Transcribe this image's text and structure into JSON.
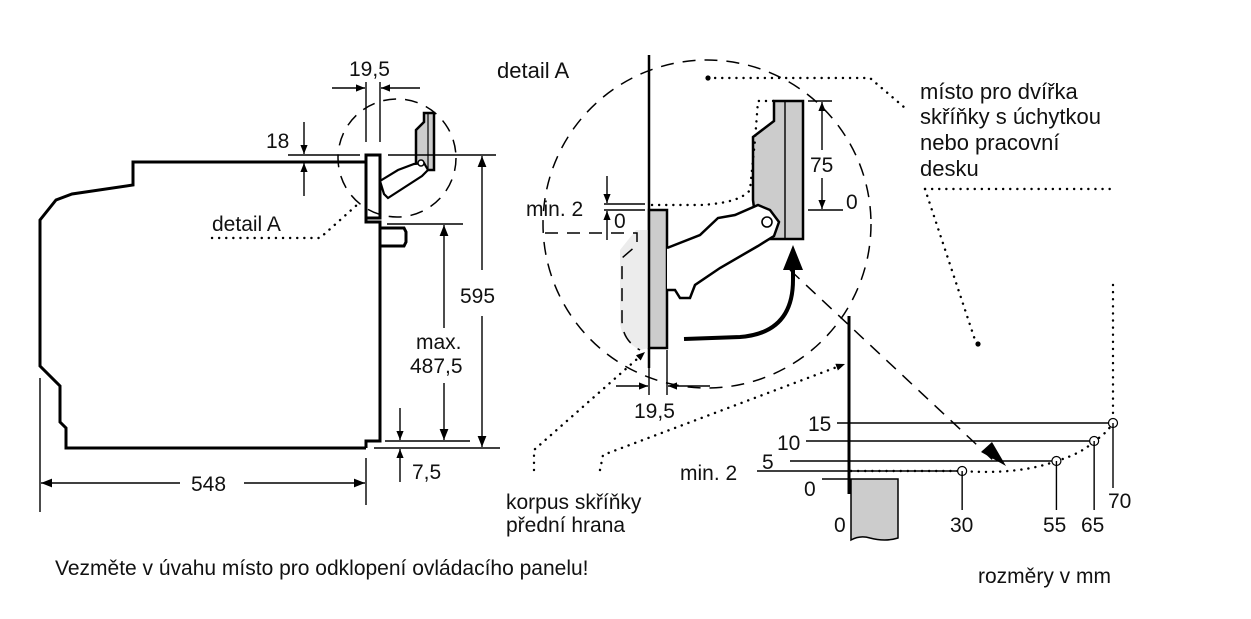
{
  "title": "Oven installation dimensions — detail A (control panel swing clearance)",
  "colors": {
    "line": "#000000",
    "fill_grey": "#cccccc",
    "fill_light": "#ececec",
    "background": "#ffffff"
  },
  "side_view": {
    "dim_front_panel_width": "19,5",
    "dim_top_offset": "18",
    "detail_label": "detail A",
    "dim_height": "595",
    "dim_max_label": "max.",
    "dim_max_value": "487,5",
    "dim_bottom_offset": "7,5",
    "dim_depth": "548"
  },
  "detail_view": {
    "title": "detail A",
    "dim_min_label": "min. 2",
    "dim_zero_left": "0",
    "dim_panel_height": "75",
    "dim_zero_right": "0",
    "dim_front_width": "19,5"
  },
  "annotations": {
    "door_space": [
      "místo pro dvířka",
      "skříňky s úchytkou",
      "nebo pracovní",
      "desku"
    ],
    "cabinet_front": [
      "korpus skříňky",
      "přední hrana"
    ]
  },
  "clearance_graph": {
    "y_labels": [
      "15",
      "10",
      "5",
      "min. 2",
      "0"
    ],
    "x_labels": [
      "0",
      "30",
      "55",
      "65",
      "70"
    ],
    "points": [
      {
        "x": 30,
        "y": 2
      },
      {
        "x": 55,
        "y": 5
      },
      {
        "x": 65,
        "y": 10
      },
      {
        "x": 70,
        "y": 15
      }
    ]
  },
  "footer": {
    "note": "Vezměte v úvahu místo pro odklopení ovládacího panelu!",
    "units": "rozměry v mm"
  }
}
